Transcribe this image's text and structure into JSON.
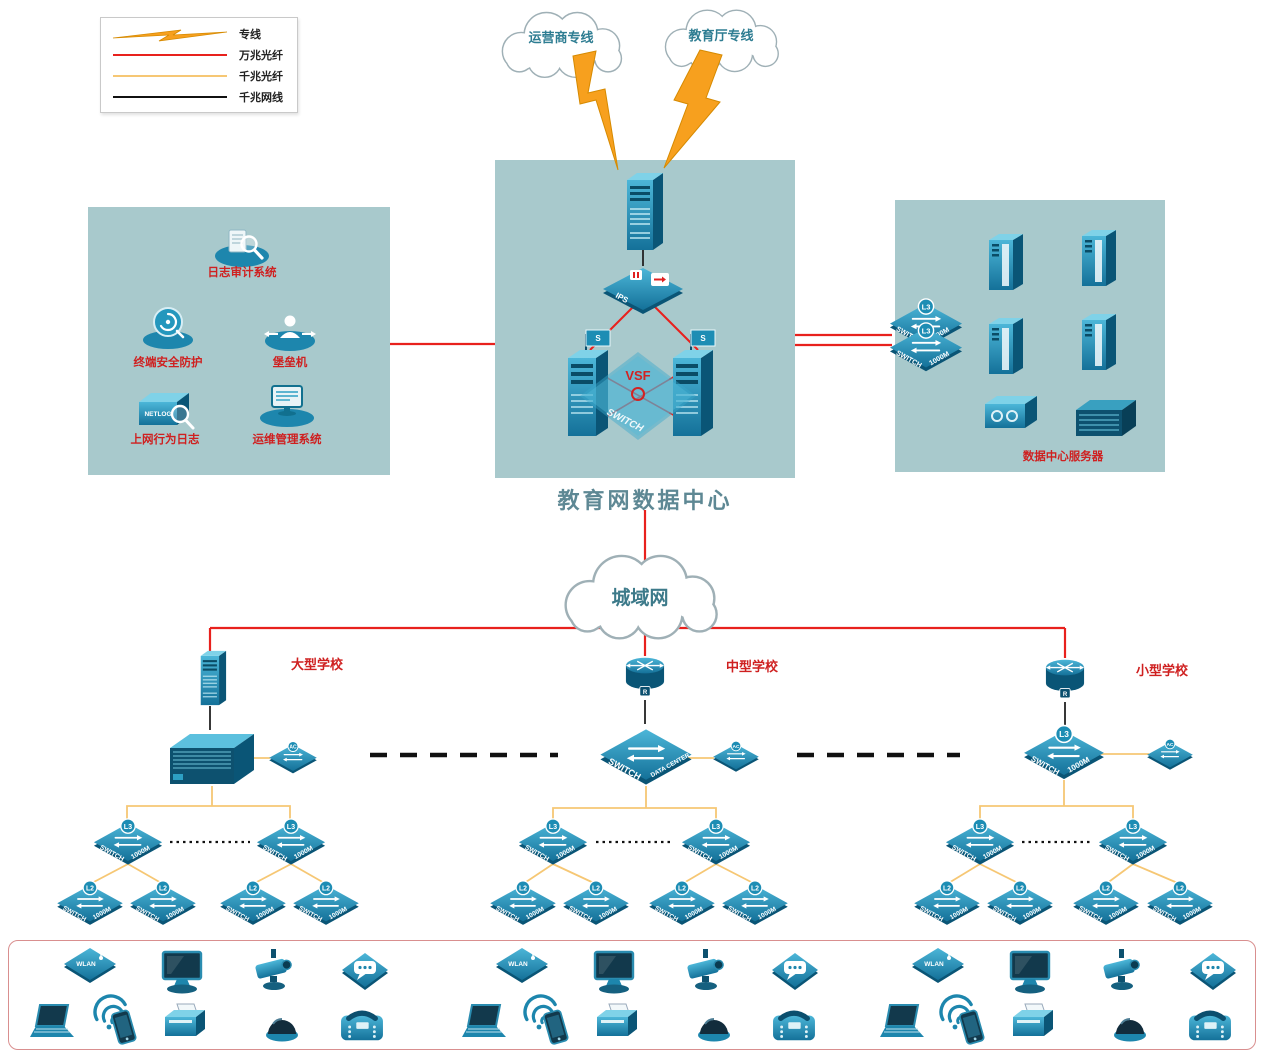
{
  "colors": {
    "red_line": "#e8211d",
    "yellow_line": "#f6c774",
    "black_line": "#111111",
    "zone_bg": "#a8c9cc",
    "device_teal": "#1d86ad",
    "label_red": "#cf2020",
    "title_teal": "#5e8894",
    "bolt_orange": "#f7a01e"
  },
  "legend": {
    "items": [
      {
        "label": "专线"
      },
      {
        "label": "万兆光纤"
      },
      {
        "label": "千兆光纤"
      },
      {
        "label": "千兆网线"
      }
    ]
  },
  "clouds": {
    "isp_line": "运营商专线",
    "edu_line": "教育厅专线",
    "man": "城域网"
  },
  "datacenter": {
    "title": "教育网数据中心"
  },
  "security_zone": {
    "items": [
      {
        "label": "日志审计系统"
      },
      {
        "label": "终端安全防护"
      },
      {
        "label": "堡垒机"
      },
      {
        "label": "上网行为日志"
      },
      {
        "label": "运维管理系统"
      }
    ]
  },
  "server_zone": {
    "label": "数据中心服务器"
  },
  "schools": [
    {
      "name": "大型学校"
    },
    {
      "name": "中型学校"
    },
    {
      "name": "小型学校"
    }
  ],
  "device_labels": {
    "switch": "SWITCH",
    "speed": "1000M",
    "l3": "L3",
    "l2": "L2",
    "ac": "AC",
    "router": "R",
    "ips": "IPS",
    "vsf": "VSF",
    "wlan": "WLAN",
    "netlog": "NETLOG",
    "data_center": "DATA CENTER",
    "server_flag": "S"
  }
}
